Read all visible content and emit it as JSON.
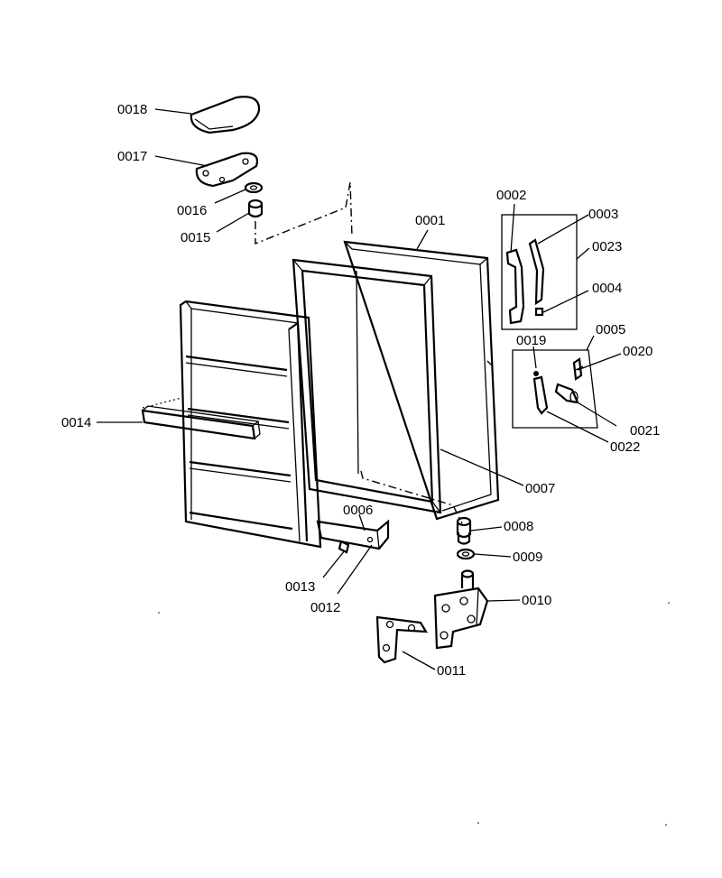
{
  "labels": {
    "p0001": "0001",
    "p0002": "0002",
    "p0003": "0003",
    "p0004": "0004",
    "p0005": "0005",
    "p0006": "0006",
    "p0007": "0007",
    "p0008": "0008",
    "p0009": "0009",
    "p0010": "0010",
    "p0011": "0011",
    "p0012": "0012",
    "p0013": "0013",
    "p0014": "0014",
    "p0015": "0015",
    "p0016": "0016",
    "p0017": "0017",
    "p0018": "0018",
    "p0019": "0019",
    "p0020": "0020",
    "p0021": "0021",
    "p0022": "0022",
    "p0023": "0023"
  }
}
